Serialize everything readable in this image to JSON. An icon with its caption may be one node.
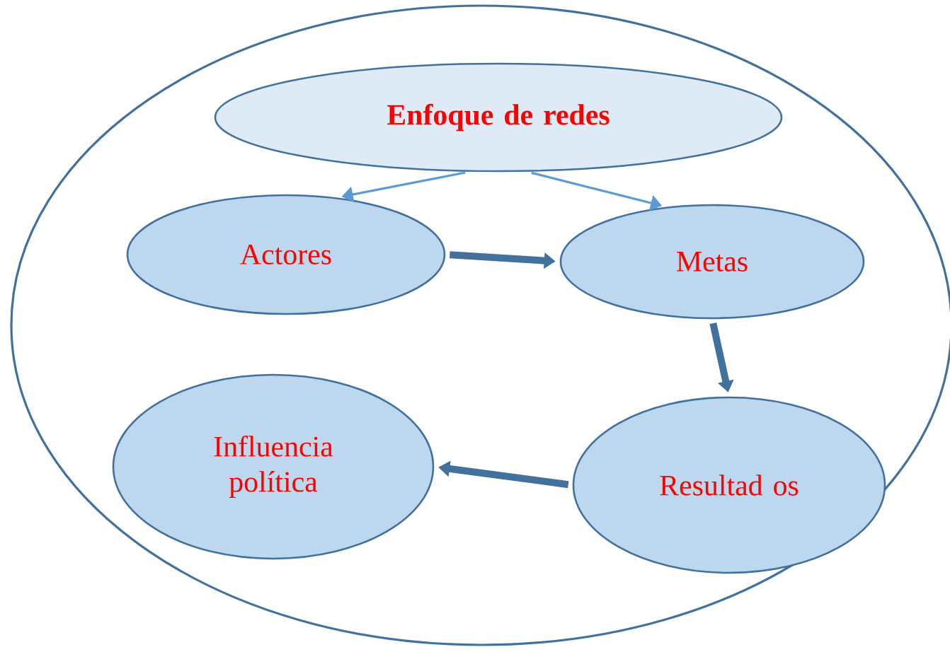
{
  "diagram": {
    "nodes": [
      {
        "text": [],
        "shape": "ellipse"
      },
      {
        "text": [
          "Enfoque de redes"
        ],
        "in": 0
      },
      {
        "text": [
          "Actores"
        ],
        "in": 0
      },
      {
        "text": [
          "Metas"
        ],
        "in": 0
      },
      {
        "text": [
          "Influencia política"
        ],
        "in": 0
      },
      {
        "text": [
          "Resultad os"
        ],
        "in": 0
      }
    ],
    "edges": [
      {
        "from": 1,
        "to": 2,
        "arrow": "to",
        "color": "#5b9bd5"
      },
      {
        "from": 1,
        "to": 3,
        "arrow": "to",
        "color": "#5b9bd5"
      },
      {
        "from": 2,
        "to": 3,
        "arrow": "to"
      },
      {
        "from": 3,
        "to": 5,
        "arrow": "to"
      },
      {
        "from": 5,
        "to": 4,
        "arrow": "to"
      }
    ]
  }
}
